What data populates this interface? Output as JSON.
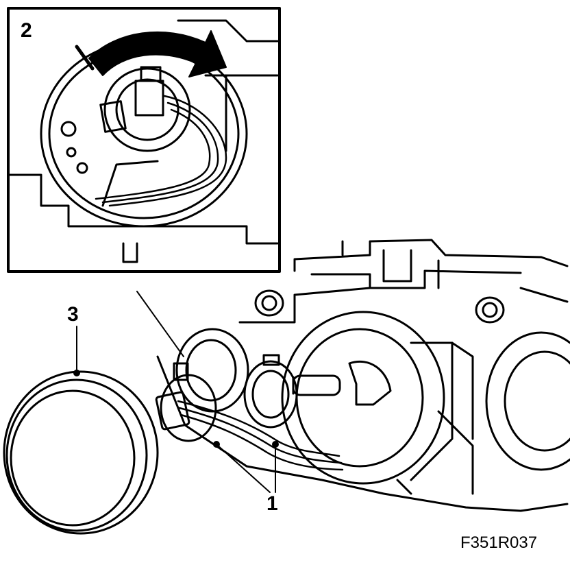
{
  "figure": {
    "code": "F351R037",
    "callouts": {
      "one": "1",
      "two": "2",
      "three": "3"
    },
    "colors": {
      "line": "#000000",
      "background": "#ffffff"
    }
  }
}
